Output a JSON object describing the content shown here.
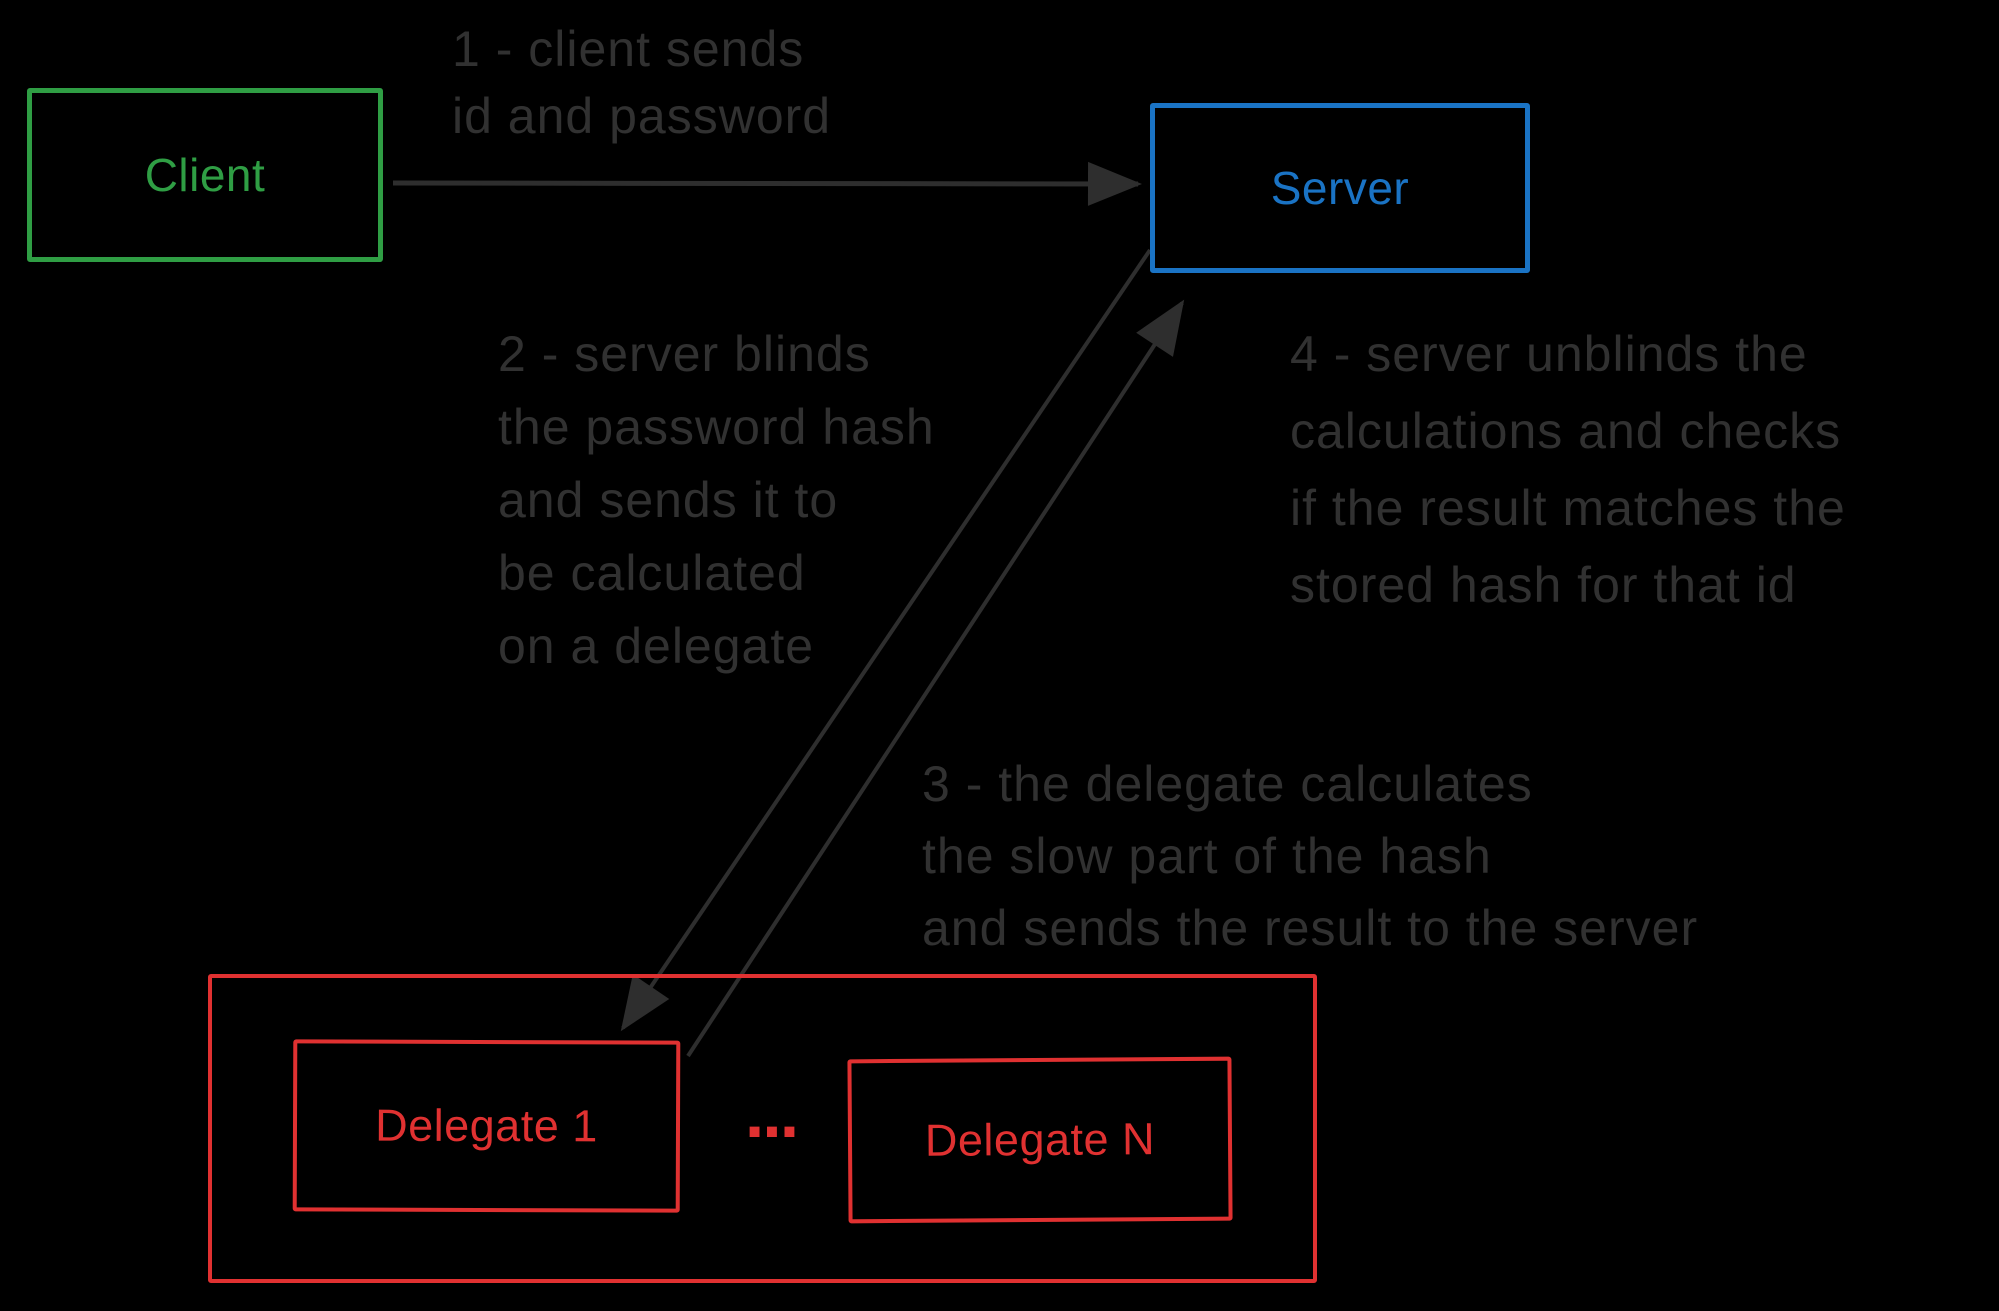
{
  "diagram": {
    "title_hint": "blind password hashing delegation flow",
    "colors": {
      "background": "#000000",
      "green": "#2f9e44",
      "blue": "#1a73c4",
      "red": "#e03131",
      "ink": "#313131",
      "arrow": "#2e2e2e"
    },
    "nodes": {
      "client": {
        "label": "Client"
      },
      "server": {
        "label": "Server"
      },
      "delegate1": {
        "label": "Delegate 1"
      },
      "delegateN": {
        "label": "Delegate N"
      },
      "ellipsis": "..."
    },
    "annotations": {
      "step1": "1 - client sends\nid and password",
      "step2": "2 - server blinds\nthe password hash\nand sends it to\nbe calculated\non a delegate",
      "step3": "3 - the delegate calculates\nthe slow part of the hash\nand sends the result to the server",
      "step4": "4 - server unblinds the\ncalculations and checks\nif the result matches the\nstored hash for that id"
    },
    "arrows": [
      {
        "name": "client-to-server",
        "step": "1"
      },
      {
        "name": "server-to-delegate1",
        "step": "2"
      },
      {
        "name": "delegate1-to-server",
        "step": "3"
      }
    ]
  }
}
